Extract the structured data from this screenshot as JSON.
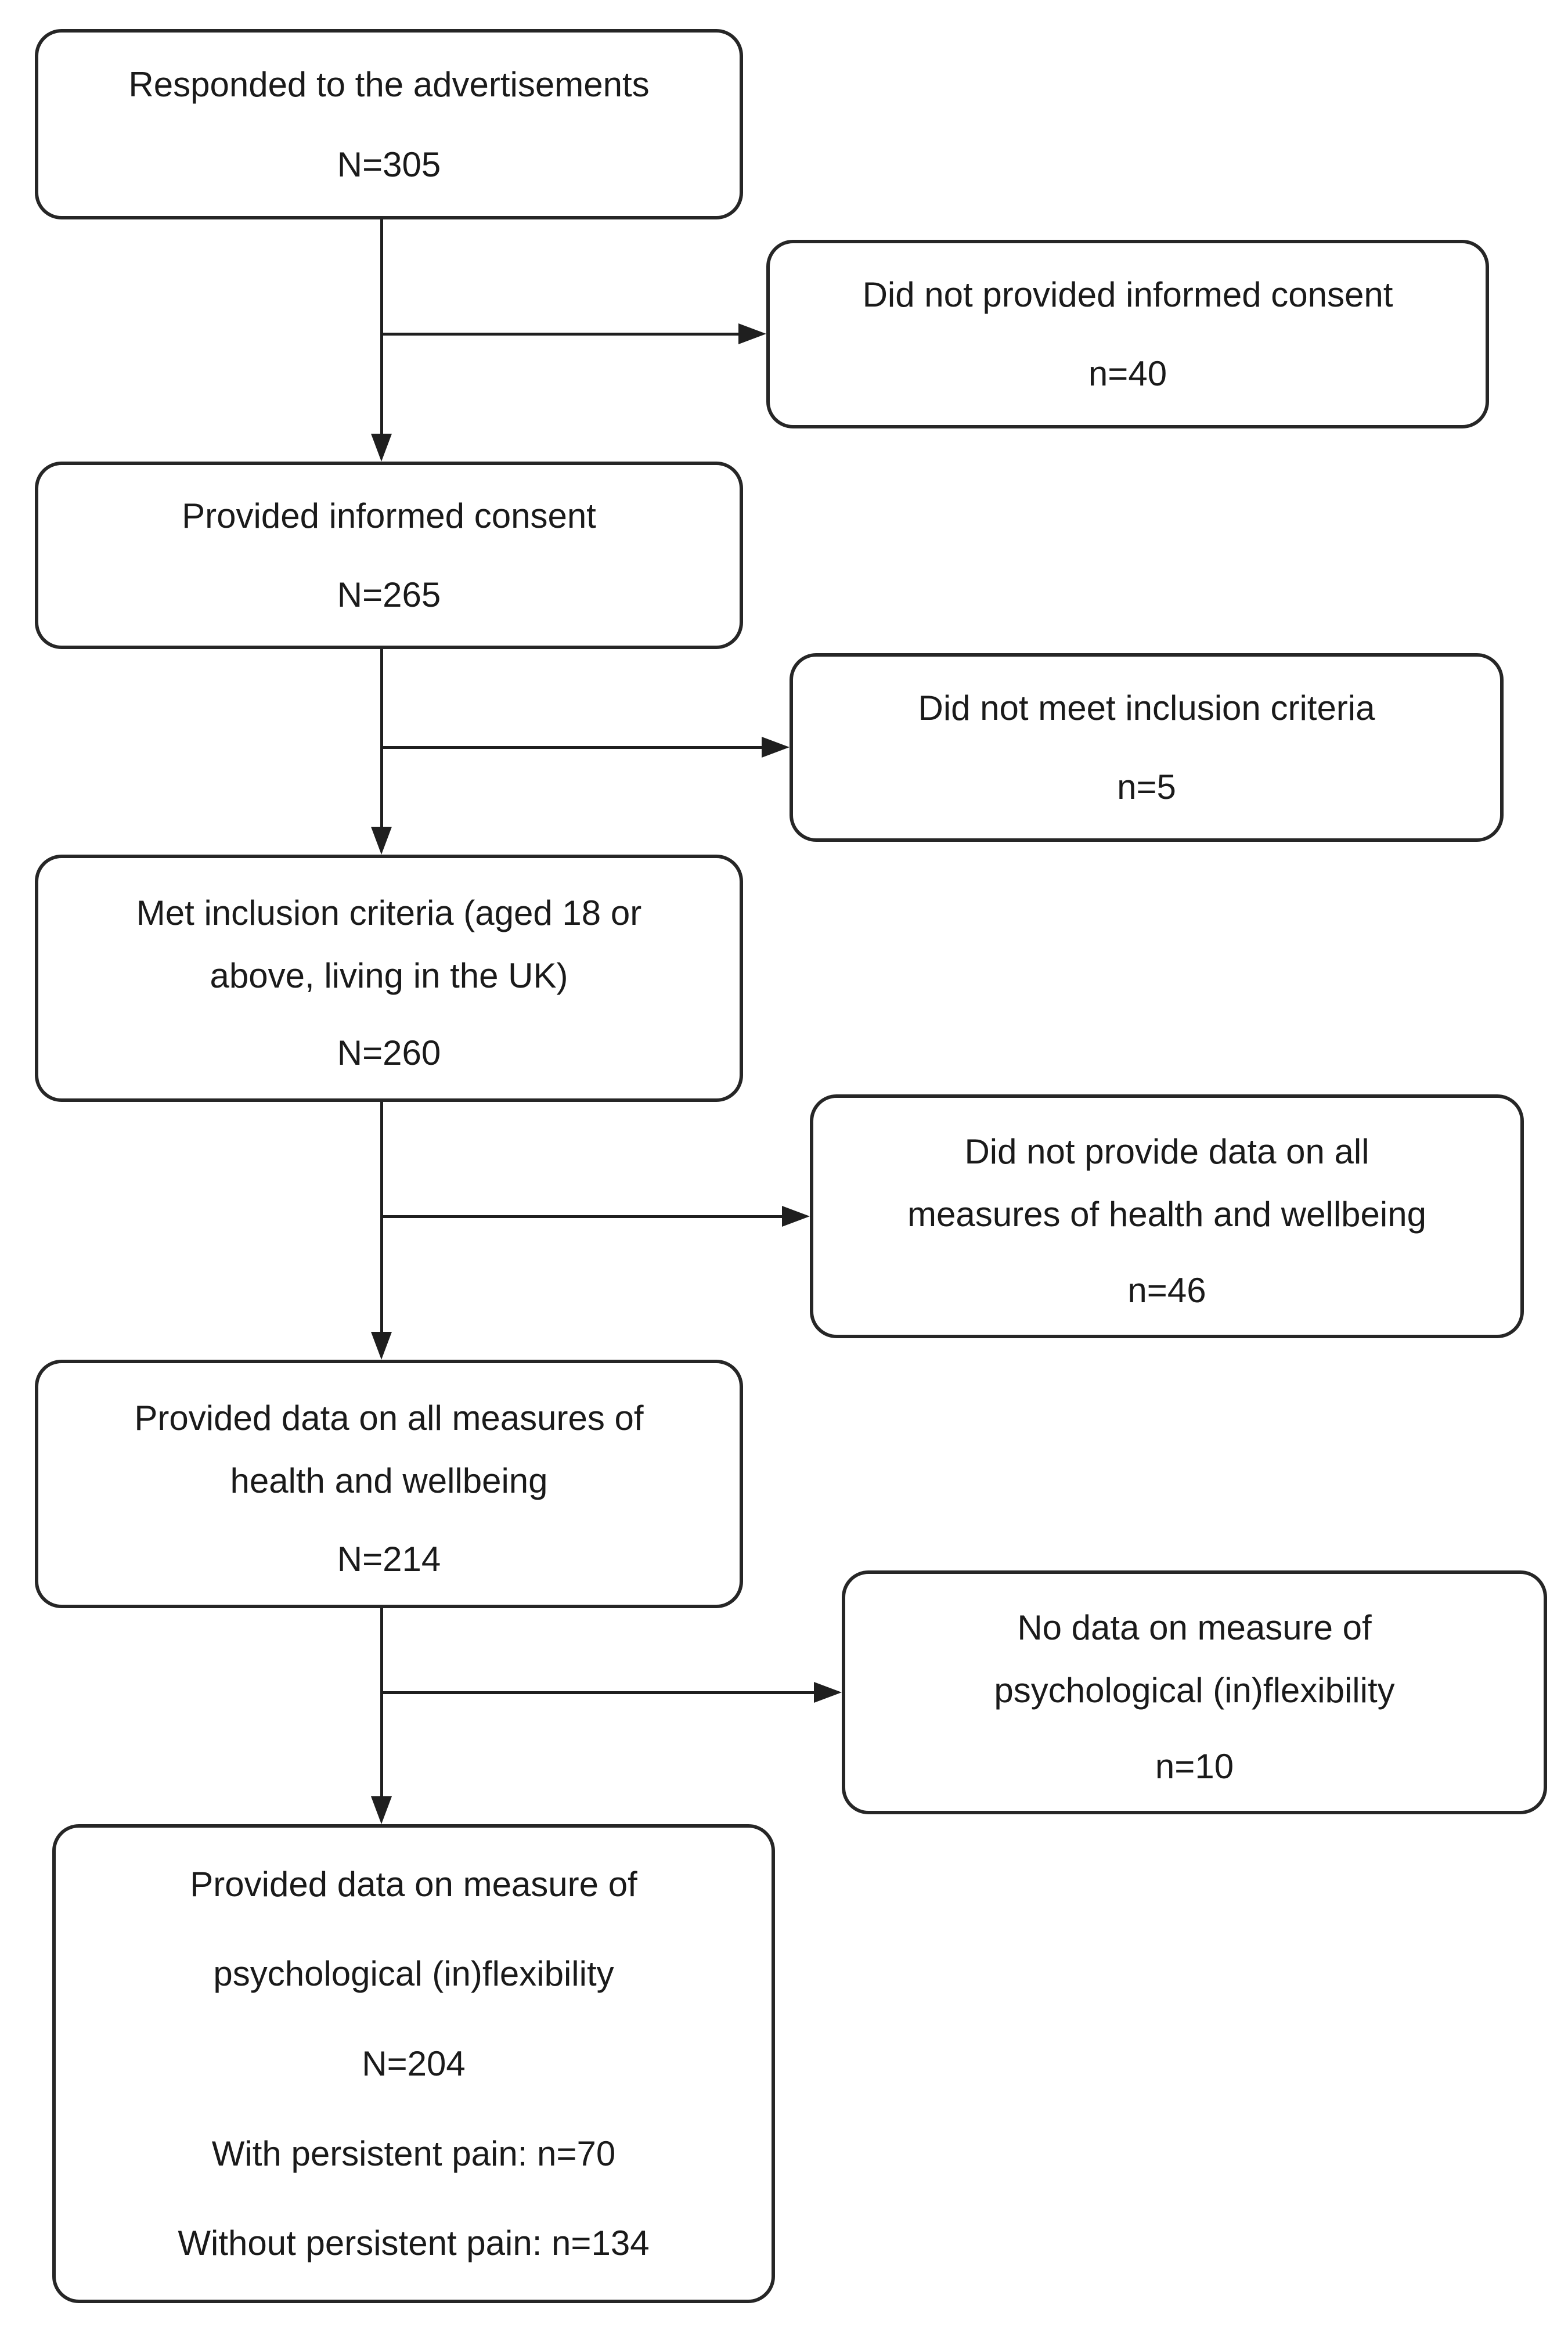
{
  "colors": {
    "line": "#1f1f1f",
    "box_border": "#262626",
    "box_background": "#ffffff",
    "page_background": "#ffffff",
    "text": "#1a1a1a"
  },
  "flow": {
    "main_boxes": [
      {
        "title_lines": [
          "Responded to the advertisements"
        ],
        "count": "N=305"
      },
      {
        "title_lines": [
          "Provided informed consent"
        ],
        "count": "N=265"
      },
      {
        "title_lines": [
          "Met inclusion criteria (aged 18 or",
          "above, living in the UK)"
        ],
        "count": "N=260"
      },
      {
        "title_lines": [
          "Provided data on all measures of",
          "health and wellbeing"
        ],
        "count": "N=214"
      },
      {
        "title_lines": [
          "Provided data on measure of",
          "psychological (in)flexibility"
        ],
        "count": "N=204",
        "subgroups": [
          "With persistent pain: n=70",
          "Without persistent pain: n=134"
        ]
      }
    ],
    "exclusion_boxes": [
      {
        "title_lines": [
          "Did not provided informed consent"
        ],
        "count": "n=40"
      },
      {
        "title_lines": [
          "Did not meet inclusion criteria"
        ],
        "count": "n=5"
      },
      {
        "title_lines": [
          "Did not provide data on all",
          "measures of health and wellbeing"
        ],
        "count": "n=46"
      },
      {
        "title_lines": [
          "No data on measure of",
          "psychological (in)flexibility"
        ],
        "count": "n=10"
      }
    ]
  }
}
